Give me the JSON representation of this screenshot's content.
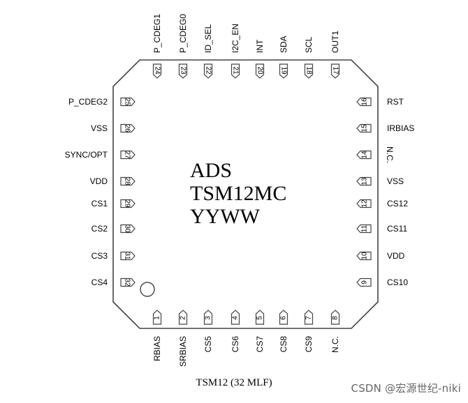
{
  "package": {
    "marking": [
      "ADS",
      "TSM12MC",
      "YYWW"
    ],
    "caption": "TSM12 (32 MLF)",
    "pin1_dot": true
  },
  "pins": {
    "left": [
      {
        "num": "25",
        "name": "P_CDEG2"
      },
      {
        "num": "26",
        "name": "VSS"
      },
      {
        "num": "27",
        "name": "SYNC/OPT"
      },
      {
        "num": "28",
        "name": "VDD"
      },
      {
        "num": "29",
        "name": "CS1"
      },
      {
        "num": "30",
        "name": "CS2"
      },
      {
        "num": "31",
        "name": "CS3"
      },
      {
        "num": "32",
        "name": "CS4"
      }
    ],
    "right": [
      {
        "num": "16",
        "name": "RST"
      },
      {
        "num": "15",
        "name": "IRBIAS"
      },
      {
        "num": "14",
        "name": "N.C."
      },
      {
        "num": "13",
        "name": "VSS"
      },
      {
        "num": "12",
        "name": "CS12"
      },
      {
        "num": "11",
        "name": "CS11"
      },
      {
        "num": "10",
        "name": "VDD"
      },
      {
        "num": "9",
        "name": "CS10"
      }
    ],
    "top": [
      {
        "num": "24",
        "name": "P_CDEG1"
      },
      {
        "num": "23",
        "name": "P_CDEG0"
      },
      {
        "num": "22",
        "name": "ID_SEL"
      },
      {
        "num": "21",
        "name": "I2C_EN"
      },
      {
        "num": "20",
        "name": "INT"
      },
      {
        "num": "19",
        "name": "SDA"
      },
      {
        "num": "18",
        "name": "SCL"
      },
      {
        "num": "17",
        "name": "OUT1"
      }
    ],
    "bottom": [
      {
        "num": "1",
        "name": "RBIAS"
      },
      {
        "num": "2",
        "name": "SRBIAS"
      },
      {
        "num": "3",
        "name": "CS5"
      },
      {
        "num": "4",
        "name": "CS6"
      },
      {
        "num": "5",
        "name": "CS7"
      },
      {
        "num": "6",
        "name": "CS8"
      },
      {
        "num": "7",
        "name": "CS9"
      },
      {
        "num": "8",
        "name": "N.C."
      }
    ]
  },
  "watermark": "CSDN @宏源世纪-niki"
}
